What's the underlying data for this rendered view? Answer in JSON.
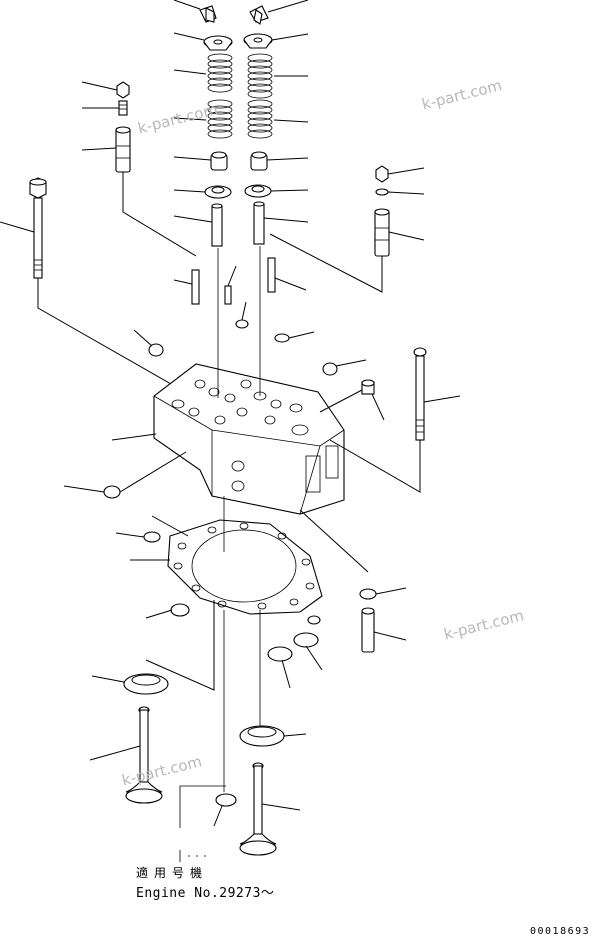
{
  "watermark": "k-part.com",
  "note": {
    "applicable_jp": "適用号機",
    "engine_line": "Engine No.29273～"
  },
  "reference_number": "00018693"
}
